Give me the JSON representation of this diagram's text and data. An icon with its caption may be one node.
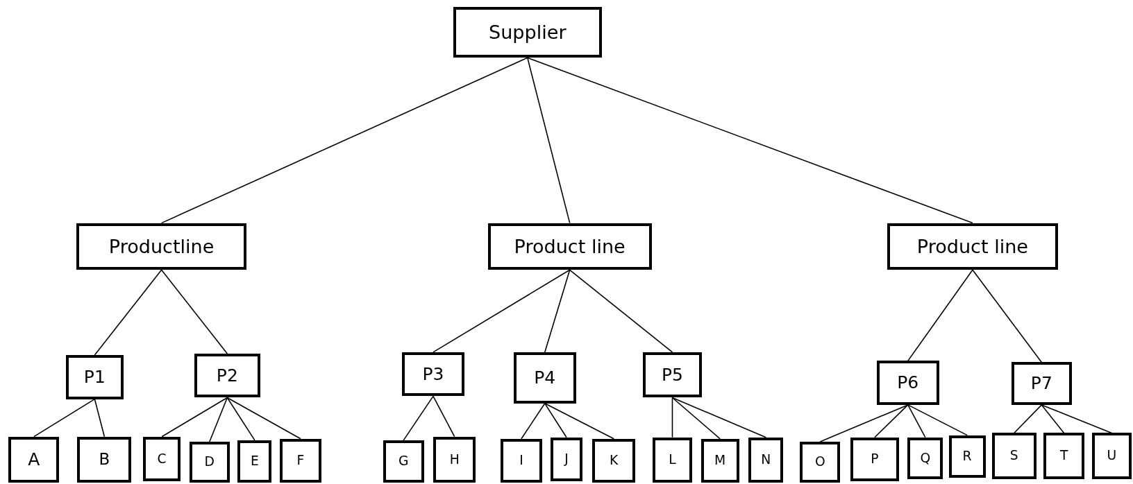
{
  "diagram": {
    "nodes": [
      {
        "text": [
          "Supplier"
        ]
      },
      {
        "text": [
          "Productline"
        ]
      },
      {
        "text": [
          "Product line"
        ]
      },
      {
        "text": [
          "Product line"
        ]
      },
      {
        "text": [
          "P1"
        ]
      },
      {
        "text": [
          "P2"
        ]
      },
      {
        "text": [
          "P3"
        ]
      },
      {
        "text": [
          "P4"
        ]
      },
      {
        "text": [
          "P5"
        ]
      },
      {
        "text": [
          "P6"
        ]
      },
      {
        "text": [
          "P7"
        ]
      },
      {
        "text": [
          "A"
        ]
      },
      {
        "text": [
          "B"
        ]
      },
      {
        "text": [
          "C"
        ]
      },
      {
        "text": [
          "D"
        ]
      },
      {
        "text": [
          "E"
        ]
      },
      {
        "text": [
          "F"
        ]
      },
      {
        "text": [
          "G"
        ]
      },
      {
        "text": [
          "H"
        ]
      },
      {
        "text": [
          "I"
        ]
      },
      {
        "text": [
          "J"
        ]
      },
      {
        "text": [
          "K"
        ]
      },
      {
        "text": [
          "L"
        ]
      },
      {
        "text": [
          "M"
        ]
      },
      {
        "text": [
          "N"
        ]
      },
      {
        "text": [
          "O"
        ]
      },
      {
        "text": [
          "P"
        ]
      },
      {
        "text": [
          "Q"
        ]
      },
      {
        "text": [
          "R"
        ]
      },
      {
        "text": [
          "S"
        ]
      },
      {
        "text": [
          "T"
        ]
      },
      {
        "text": [
          "U"
        ]
      }
    ],
    "edges": [
      {
        "from": 0,
        "to": 1,
        "arrow": "none"
      },
      {
        "from": 0,
        "to": 2,
        "arrow": "none"
      },
      {
        "from": 0,
        "to": 3,
        "arrow": "none"
      },
      {
        "from": 1,
        "to": 4,
        "arrow": "none"
      },
      {
        "from": 1,
        "to": 5,
        "arrow": "none"
      },
      {
        "from": 2,
        "to": 6,
        "arrow": "none"
      },
      {
        "from": 2,
        "to": 7,
        "arrow": "none"
      },
      {
        "from": 2,
        "to": 8,
        "arrow": "none"
      },
      {
        "from": 3,
        "to": 9,
        "arrow": "none"
      },
      {
        "from": 3,
        "to": 10,
        "arrow": "none"
      },
      {
        "from": 4,
        "to": 11,
        "arrow": "none"
      },
      {
        "from": 4,
        "to": 12,
        "arrow": "none"
      },
      {
        "from": 5,
        "to": 13,
        "arrow": "none"
      },
      {
        "from": 5,
        "to": 14,
        "arrow": "none"
      },
      {
        "from": 5,
        "to": 15,
        "arrow": "none"
      },
      {
        "from": 5,
        "to": 16,
        "arrow": "none"
      },
      {
        "from": 6,
        "to": 17,
        "arrow": "none"
      },
      {
        "from": 6,
        "to": 18,
        "arrow": "none"
      },
      {
        "from": 7,
        "to": 19,
        "arrow": "none"
      },
      {
        "from": 7,
        "to": 20,
        "arrow": "none"
      },
      {
        "from": 7,
        "to": 21,
        "arrow": "none"
      },
      {
        "from": 8,
        "to": 22,
        "arrow": "none"
      },
      {
        "from": 8,
        "to": 23,
        "arrow": "none"
      },
      {
        "from": 8,
        "to": 24,
        "arrow": "none"
      },
      {
        "from": 9,
        "to": 25,
        "arrow": "none"
      },
      {
        "from": 9,
        "to": 26,
        "arrow": "none"
      },
      {
        "from": 9,
        "to": 27,
        "arrow": "none"
      },
      {
        "from": 9,
        "to": 28,
        "arrow": "none"
      },
      {
        "from": 10,
        "to": 29,
        "arrow": "none"
      },
      {
        "from": 10,
        "to": 30,
        "arrow": "none"
      },
      {
        "from": 10,
        "to": 31,
        "arrow": "none"
      }
    ]
  }
}
